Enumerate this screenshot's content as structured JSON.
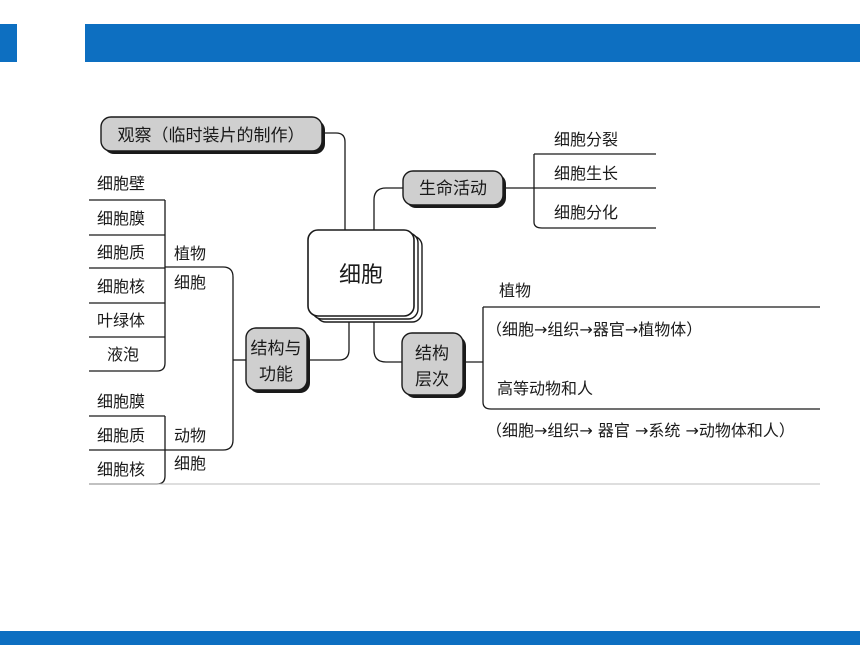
{
  "colors": {
    "accent": "#0d6fc1",
    "node_fill": "#cfcfcf"
  },
  "center": "细胞",
  "observe": "观察（临时装片的制作）",
  "activity": {
    "label": "生命活动",
    "items": [
      "细胞分裂",
      "细胞生长",
      "细胞分化"
    ]
  },
  "structure_function": {
    "label_line1": "结构与",
    "label_line2": "功能",
    "plant": {
      "label_line1": "植物",
      "label_line2": "细胞",
      "items": [
        "细胞壁",
        "细胞膜",
        "细胞质",
        "细胞核",
        "叶绿体",
        "液泡"
      ]
    },
    "animal": {
      "label_line1": "动物",
      "label_line2": "细胞",
      "items": [
        "细胞膜",
        "细胞质",
        "细胞核"
      ]
    }
  },
  "levels": {
    "label_line1": "结构",
    "label_line2": "层次",
    "plant_title": "植物",
    "plant_chain": "（细胞→组织→器官→植物体）",
    "animal_title": "高等动物和人",
    "animal_chain": "（细胞→组织→ 器官 →系统 →动物体和人）"
  }
}
